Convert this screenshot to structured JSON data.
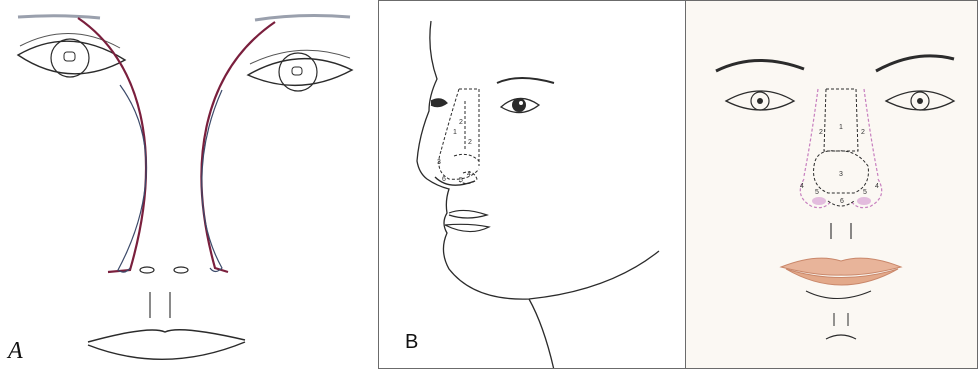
{
  "panels": [
    {
      "id": "A",
      "label": "A"
    },
    {
      "id": "B",
      "label": "B"
    },
    {
      "id": "C",
      "label": ""
    }
  ],
  "subunits_profile": [
    "1",
    "2",
    "2",
    "3",
    "4",
    "5",
    "6"
  ],
  "subunits_frontal": [
    "1",
    "2",
    "2",
    "3",
    "4",
    "4",
    "5",
    "5",
    "6"
  ],
  "colors": {
    "line": "#2b2b2b",
    "accent_red": "#7a1f3d",
    "dashed_pink": "#c77fbf",
    "lip": "#e3a98a"
  }
}
